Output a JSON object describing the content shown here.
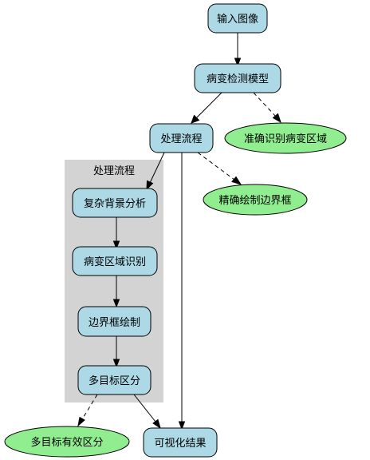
{
  "cluster": {
    "title": "处理流程"
  },
  "nodes": {
    "input": "输入图像",
    "detect_model": "病变检测模型",
    "process_flow": "处理流程",
    "complex_bg": "复杂背景分析",
    "lesion_region": "病变区域识别",
    "bbox_draw": "边界框绘制",
    "multi_target": "多目标区分",
    "visual_result": "可视化结果"
  },
  "outcomes": {
    "accurate_region": "准确识别病变区域",
    "precise_bbox": "精确绘制边界框",
    "multi_target_eff": "多目标有效区分"
  },
  "colors": {
    "process_fill": "#add8e6",
    "outcome_fill": "#90ee90",
    "cluster_fill": "#d3d3d3"
  }
}
